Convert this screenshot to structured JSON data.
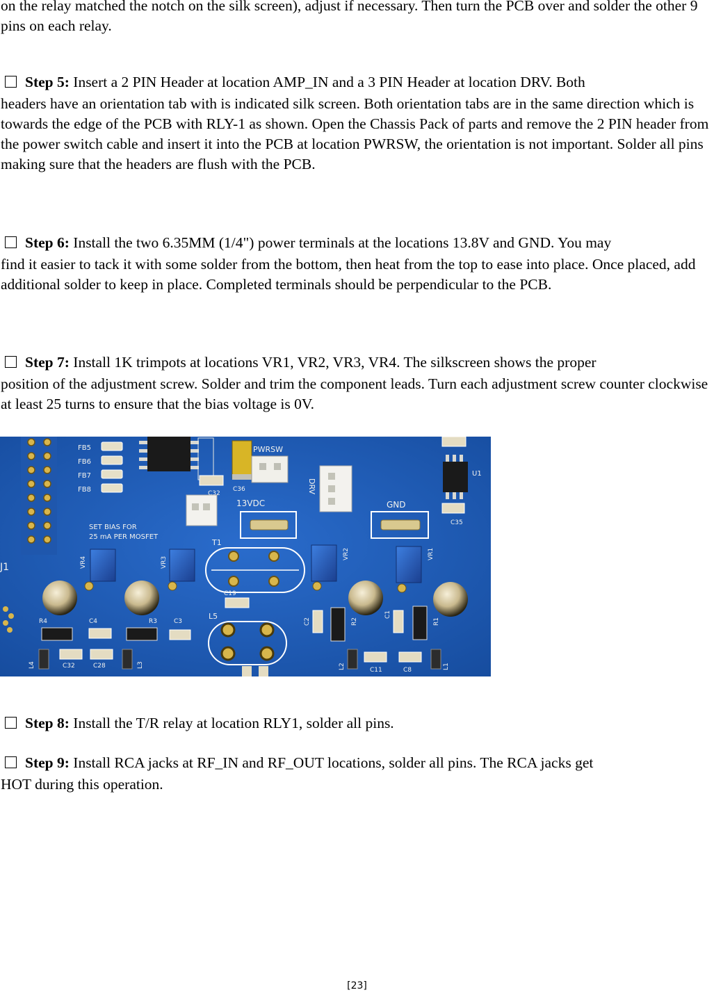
{
  "intro": {
    "text": "on the relay matched the notch on the silk screen), adjust if necessary. Then turn the PCB over and solder the other 9 pins on each relay."
  },
  "steps": [
    {
      "label": "Step 5:",
      "first_line": "Insert a 2 PIN Header at location AMP_IN and a 3 PIN Header at location DRV. Both",
      "rest": "headers have an orientation tab with is indicated silk screen. Both orientation tabs are in the same direction which is towards the edge of the PCB with RLY-1 as shown. Open the Chassis Pack of parts and remove the 2 PIN header from the power switch cable and insert it into the PCB at location PWRSW, the orientation is not important. Solder all pins making sure that the headers are flush with the PCB."
    },
    {
      "label": "Step 6:",
      "first_line": "Install the two 6.35MM (1/4\") power terminals at the locations 13.8V and GND. You may",
      "rest": "find it easier to tack it with some solder from the bottom, then heat from the top to ease into place. Once placed, add additional solder to keep in place. Completed terminals should be perpendicular to the PCB."
    },
    {
      "label": "Step 7:",
      "first_line": "Install 1K trimpots at locations VR1, VR2, VR3, VR4. The silkscreen shows the proper",
      "rest": "position of the adjustment screw. Solder and trim the component leads. Turn each adjustment screw counter clockwise at least 25 turns to ensure that the bias voltage is 0V."
    },
    {
      "label": "Step 8:",
      "first_line": "Install the T/R relay at location RLY1, solder all pins.",
      "rest": ""
    },
    {
      "label": "Step 9:",
      "first_line": "Install RCA jacks at RF_IN and RF_OUT locations, solder all pins. The RCA jacks get",
      "rest": "HOT during this operation."
    }
  ],
  "photo": {
    "silkscreen": {
      "fb5": "FB5",
      "fb6": "FB6",
      "fb7": "FB7",
      "fb8": "FB8",
      "pwrsw": "PWRSW",
      "c32_top": "C32",
      "c36": "C36",
      "vdc": "13VDC",
      "drv": "DRV",
      "gnd": "GND",
      "c35": "C35",
      "u1": "U1",
      "bias_line1": "SET BIAS FOR",
      "bias_line2": "25 mA PER MOSFET",
      "t1": "T1",
      "vr4": "VR4",
      "vr3": "VR3",
      "vr2": "VR2",
      "vr1": "VR1",
      "c19": "C19",
      "l5": "L5",
      "r4": "R4",
      "c4": "C4",
      "r3": "R3",
      "c3": "C3",
      "c2": "C2",
      "r2": "R2",
      "c1": "C1",
      "r1": "R1",
      "l4": "L4",
      "c32": "C32",
      "c28": "C28",
      "l3": "L3",
      "l2": "L2",
      "c11": "C11",
      "c8": "C8",
      "l1": "L1",
      "j1": "J1"
    }
  },
  "footer": {
    "page_number": "[23]"
  }
}
